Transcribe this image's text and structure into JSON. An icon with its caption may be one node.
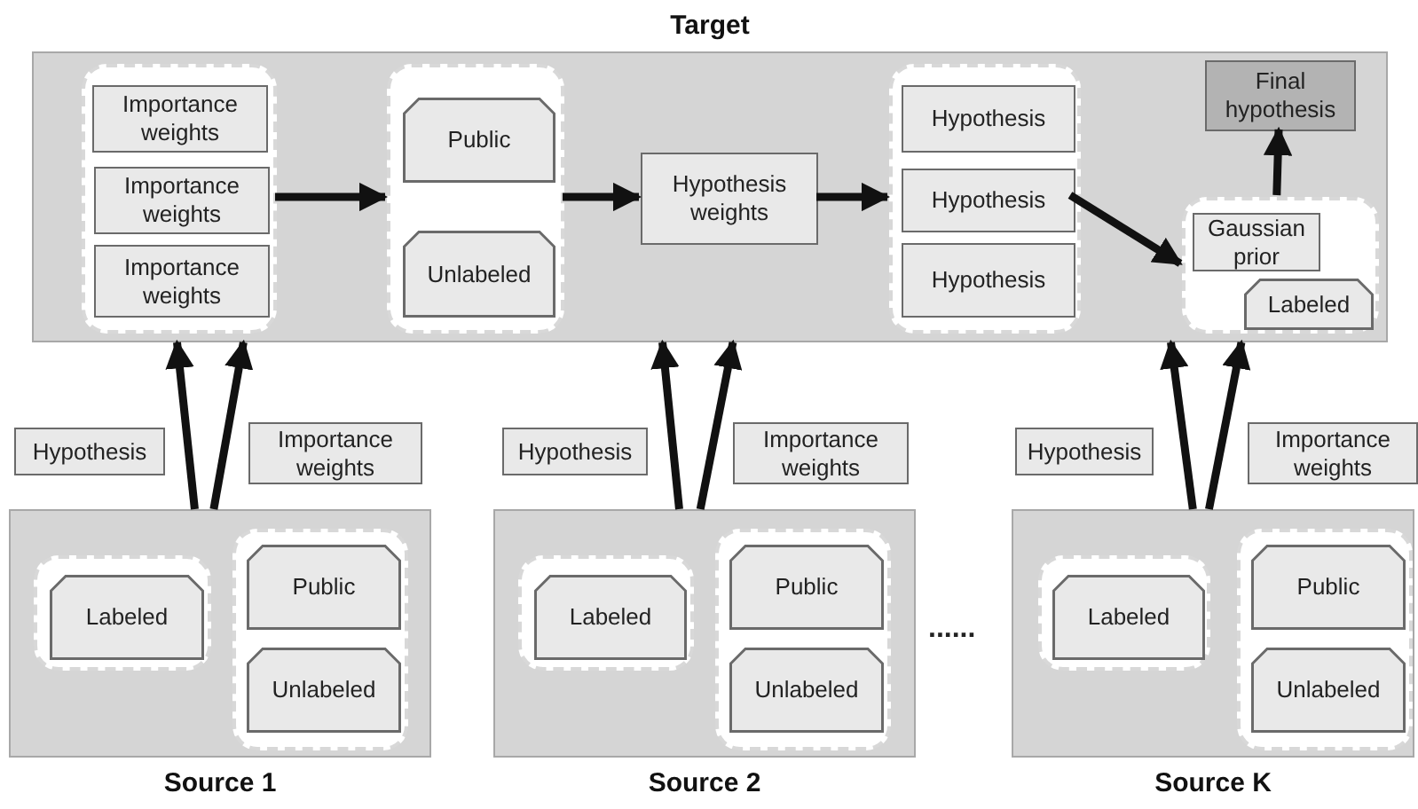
{
  "diagram": {
    "nodes": [
      {
        "text": [
          "Target"
        ]
      },
      {
        "text": [],
        "shape": "box",
        "in": 0
      },
      {
        "text": [
          "Importance weights"
        ],
        "in": 1
      },
      {
        "text": [
          "Importance weights"
        ],
        "in": 1
      },
      {
        "text": [
          "Importance weights"
        ],
        "in": 1
      },
      {
        "text": [],
        "shape": "box",
        "in": 0
      },
      {
        "text": [
          "Public"
        ],
        "in": 5
      },
      {
        "text": [
          "Unlabeled"
        ],
        "in": 5
      },
      {
        "text": [
          "Hypothesis weights"
        ],
        "in": 0
      },
      {
        "text": [],
        "shape": "box",
        "in": 0
      },
      {
        "text": [
          "Hypothesis"
        ],
        "in": 9
      },
      {
        "text": [
          "Hypothesis"
        ],
        "in": 9
      },
      {
        "text": [
          "Hypothesis"
        ],
        "in": 9
      },
      {
        "text": [
          "Final hypothesis"
        ],
        "in": 0
      },
      {
        "text": [],
        "shape": "box",
        "in": 0
      },
      {
        "text": [
          "Gaussian prior"
        ],
        "in": 14
      },
      {
        "text": [
          "Labeled"
        ],
        "in": 14
      },
      {
        "text": [
          "Source 1"
        ]
      },
      {
        "text": [],
        "shape": "box",
        "in": 17
      },
      {
        "text": [
          "Labeled"
        ],
        "in": 18
      },
      {
        "text": [],
        "shape": "box",
        "in": 17
      },
      {
        "text": [
          "Public"
        ],
        "in": 20
      },
      {
        "text": [
          "Unlabeled"
        ],
        "in": 20
      },
      {
        "text": [
          "Source 2"
        ]
      },
      {
        "text": [],
        "shape": "box",
        "in": 23
      },
      {
        "text": [
          "Labeled"
        ],
        "in": 24
      },
      {
        "text": [],
        "shape": "box",
        "in": 23
      },
      {
        "text": [
          "Public"
        ],
        "in": 26
      },
      {
        "text": [
          "Unlabeled"
        ],
        "in": 26
      },
      {
        "text": [
          "Source K"
        ]
      },
      {
        "text": [],
        "shape": "box",
        "in": 29
      },
      {
        "text": [
          "Labeled"
        ],
        "in": 30
      },
      {
        "text": [],
        "shape": "box",
        "in": 29
      },
      {
        "text": [
          "Public"
        ],
        "in": 32
      },
      {
        "text": [
          "Unlabeled"
        ],
        "in": 32
      },
      {
        "text": [
          "Hypothesis"
        ]
      },
      {
        "text": [
          "Importance weights"
        ]
      },
      {
        "text": [
          "Hypothesis"
        ]
      },
      {
        "text": [
          "Importance weights"
        ]
      },
      {
        "text": [
          "Hypothesis"
        ]
      },
      {
        "text": [
          "Importance weights"
        ]
      }
    ],
    "edges": [
      {
        "from": 1,
        "to": 5,
        "arrow": "to"
      },
      {
        "from": 5,
        "to": 8,
        "arrow": "to"
      },
      {
        "from": 8,
        "to": 9,
        "arrow": "to"
      },
      {
        "from": 11,
        "to": 14,
        "arrow": "to"
      },
      {
        "from": 14,
        "to": 13,
        "arrow": "to"
      },
      {
        "from": 17,
        "to": 0,
        "arrow": "to"
      },
      {
        "from": 17,
        "to": 0,
        "arrow": "to"
      },
      {
        "from": 23,
        "to": 0,
        "arrow": "to"
      },
      {
        "from": 23,
        "to": 0,
        "arrow": "to"
      },
      {
        "from": 29,
        "to": 0,
        "arrow": "to"
      },
      {
        "from": 29,
        "to": 0,
        "arrow": "to"
      }
    ],
    "labels": [
      "......"
    ]
  }
}
